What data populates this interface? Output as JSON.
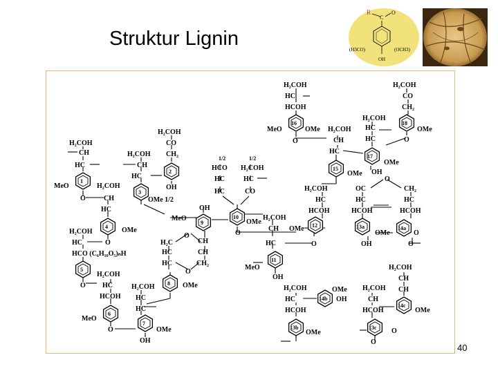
{
  "slide": {
    "title": "Struktur Lignin",
    "page_number": "40"
  },
  "monomer": {
    "r_label": "R",
    "c_label": "C",
    "o_label": "O",
    "left_sub": "(H3CO)",
    "right_sub": "(OCH3)",
    "oh_label": "OH",
    "bg_color": "#f1e27c"
  },
  "structure": {
    "ring_numbers": [
      "1",
      "2",
      "3",
      "4",
      "5",
      "6",
      "7",
      "8",
      "9",
      "10",
      "11",
      "12",
      "13a",
      "13b",
      "13c",
      "14a",
      "14b",
      "14c",
      "15",
      "16",
      "17",
      "18"
    ],
    "groups": {
      "h2coh": "H₂COH",
      "hcoh": "HCOH",
      "hc": "HC",
      "ch": "CH",
      "co": "CO",
      "ch2": "CH₂",
      "oc": "OC",
      "hco": "HCO",
      "meo": "MeO",
      "ome": "OMe",
      "oh": "OH",
      "o": "O",
      "half": "1/2",
      "ome_half": "OMe 1/2",
      "carb": "HCO (C₆H₁₀O₅)ₙH"
    }
  }
}
